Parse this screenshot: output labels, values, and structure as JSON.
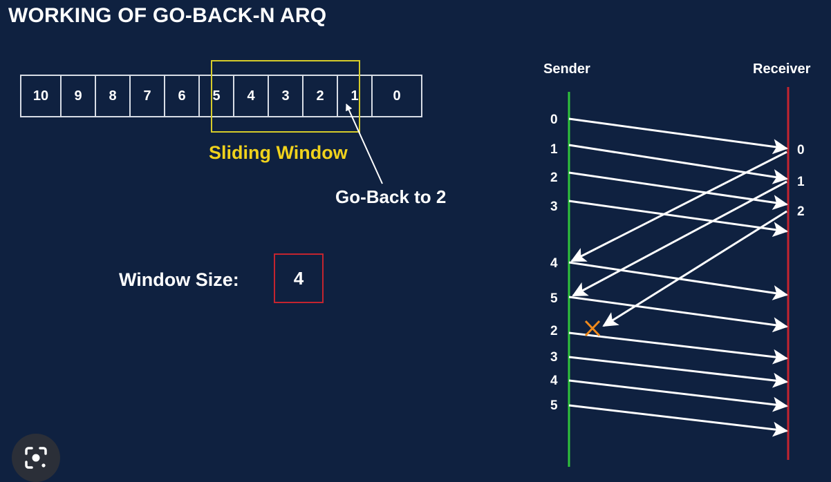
{
  "title": "WORKING OF GO-BACK-N  ARQ",
  "sequence_cells": [
    "10",
    "9",
    "8",
    "7",
    "6",
    "5",
    "4",
    "3",
    "2",
    "1",
    "0"
  ],
  "sliding_window_label": "Sliding Window",
  "go_back_label": "Go-Back to 2",
  "window_size": {
    "label": "Window Size:",
    "value": "4"
  },
  "sender_label": "Sender",
  "receiver_label": "Receiver",
  "sender_frames": [
    "0",
    "1",
    "2",
    "3",
    "4",
    "5",
    "2",
    "3",
    "4",
    "5"
  ],
  "receiver_acks": [
    "0",
    "1",
    "2"
  ],
  "colors": {
    "background": "#0f2140",
    "sender_line": "#2fc33b",
    "receiver_line": "#c4242f",
    "window_frame": "#d6cc2a",
    "window_label": "#f0d21c",
    "lost_marker": "#f08a1c"
  }
}
